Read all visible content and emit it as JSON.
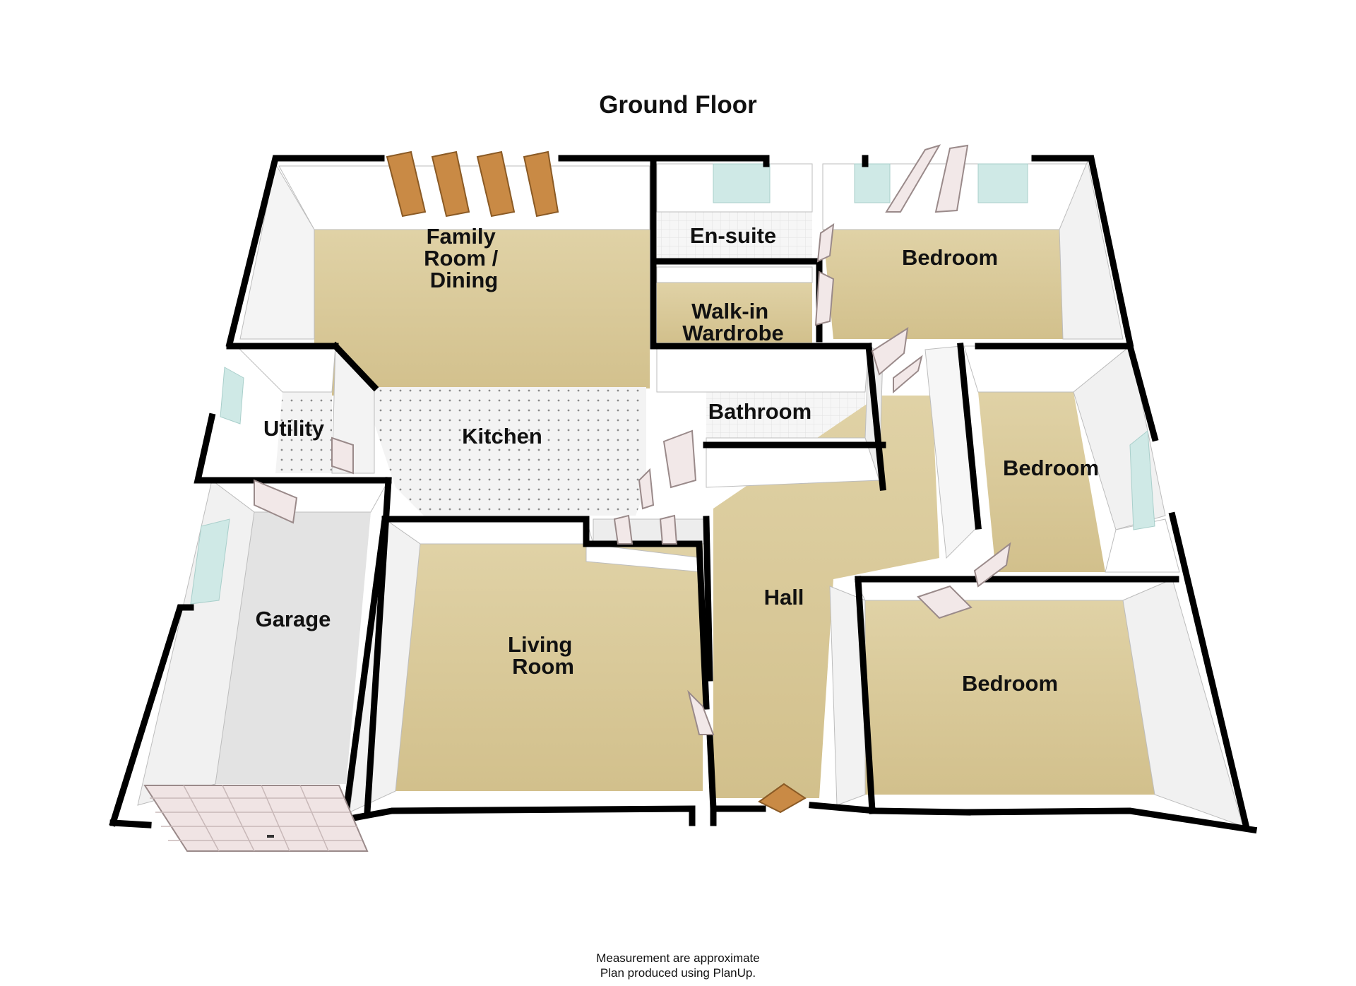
{
  "plan": {
    "title": "Ground Floor",
    "rooms": {
      "family_room": [
        "Family",
        "Room /",
        "Dining"
      ],
      "en_suite": [
        "En-suite"
      ],
      "bedroom_top": [
        "Bedroom"
      ],
      "walk_in_wardrobe": [
        "Walk-in",
        "Wardrobe"
      ],
      "bathroom": [
        "Bathroom"
      ],
      "utility": [
        "Utility"
      ],
      "kitchen": [
        "Kitchen"
      ],
      "bedroom_middle": [
        "Bedroom"
      ],
      "garage": [
        "Garage"
      ],
      "living_room": [
        "Living",
        "Room"
      ],
      "hall": [
        "Hall"
      ],
      "bedroom_bottom": [
        "Bedroom"
      ]
    }
  },
  "footer": {
    "line1": "Measurement are approximate",
    "line2": "Plan produced using PlanUp."
  },
  "colors": {
    "carpet": "#d9c99a",
    "tile": "#f1f1f1",
    "garage_floor": "#e4e4e4",
    "wall_top": "#000000",
    "wall_face": "#ffffff",
    "window": "#cfe9e6",
    "door_wood": "#c98a45"
  }
}
